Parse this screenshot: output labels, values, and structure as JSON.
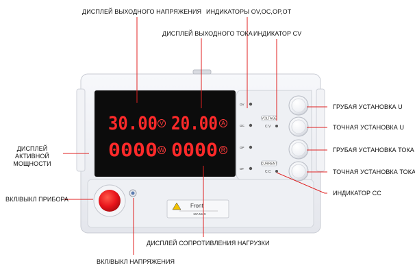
{
  "labels": {
    "voltage_display": "ДИСПЛЕЙ ВЫХОДНОГО НАПРЯЖЕНИЯ",
    "indicators": "ИНДИКАТОРЫ OV,OC,OP,OT",
    "current_display": "ДИСПЛЕЙ ВЫХОДНОГО ТОКА",
    "cv_indicator": "ИНДИКАТОР CV",
    "coarse_u": "ГРУБАЯ УСТАНОВКА U",
    "fine_u": "ТОЧНАЯ УСТАНОВКА U",
    "coarse_i": "ГРУБАЯ УСТАНОВКА ТОКА",
    "fine_i": "ТОЧНАЯ УСТАНОВКА ТОКА",
    "cc_indicator": "ИНДИКАТОР СС",
    "power_display_1": "ДИСПЛЕЙ",
    "power_display_2": "АКТИВНОЙ МОЩНОСТИ",
    "power_switch": "ВКЛ/ВЫКЛ ПРИБОРА",
    "resistance_display": "ДИСПЛЕЙ СОПРОТИВЛЕНИЯ НАГРУЗКИ",
    "output_switch": "ВКЛ/ВЫКЛ НАПРЯЖЕНИЯ"
  },
  "device": {
    "voltage": "30.00",
    "current": "20.00",
    "power": "0000",
    "resistance": "0000",
    "unit_v": "V",
    "unit_a": "A",
    "unit_w": "W",
    "unit_r": "R",
    "ind_ov": "OV",
    "ind_oc": "OC",
    "ind_op": "OP",
    "ind_ot": "OT",
    "voltage_tag": "VOLTAGE",
    "cv_tag": "C.V",
    "current_tag": "CURRENT",
    "cc_tag": "C.C",
    "front_label": "Front",
    "front_rating": "10A MAX"
  },
  "colors": {
    "display": "#ff2a2a",
    "leader": "#e02020",
    "panel": "#eceef3",
    "screen": "#0c0c0c",
    "power_button": "#e8141b"
  }
}
